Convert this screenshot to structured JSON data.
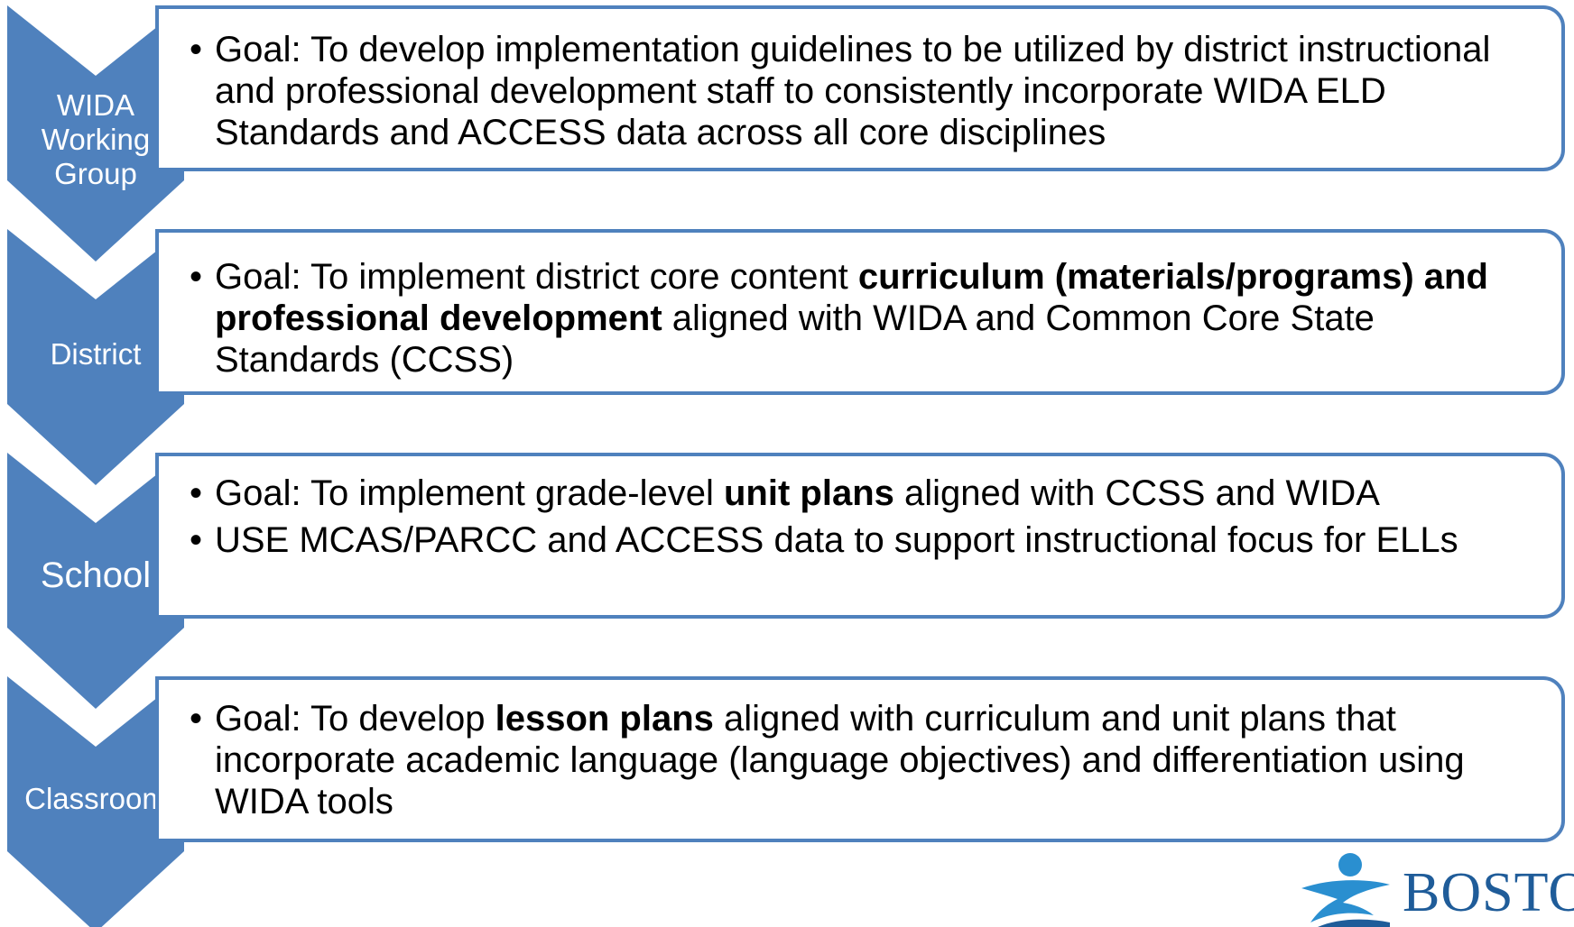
{
  "colors": {
    "chevron_fill": "#4f81bd",
    "box_border": "#4f81bd",
    "label_text": "#ffffff",
    "body_text": "#000000",
    "logo_blue": "#1f5c99"
  },
  "levels": [
    {
      "label": "WIDA\nWorking\nGroup",
      "bullets": [
        [
          {
            "text": "Goal: To develop implementation guidelines to be utilized by district instructional and professional development staff to consistently incorporate WIDA ELD Standards and ACCESS data across all core disciplines",
            "bold": false
          }
        ]
      ]
    },
    {
      "label": "District",
      "bullets": [
        [
          {
            "text": "Goal: To implement district core  content ",
            "bold": false
          },
          {
            "text": "curriculum (materials/programs) and professional development",
            "bold": true
          },
          {
            "text": " aligned with WIDA and Common Core State Standards (CCSS)",
            "bold": false
          }
        ]
      ]
    },
    {
      "label": "School",
      "bullets": [
        [
          {
            "text": "Goal: To implement grade-level ",
            "bold": false
          },
          {
            "text": "unit plans",
            "bold": true
          },
          {
            "text": " aligned with CCSS and WIDA",
            "bold": false
          }
        ],
        [
          {
            "text": "USE MCAS/PARCC and ACCESS data to support instructional focus for ELLs",
            "bold": false
          }
        ]
      ]
    },
    {
      "label": "Classroom",
      "bullets": [
        [
          {
            "text": "Goal: To develop ",
            "bold": false
          },
          {
            "text": "lesson plans",
            "bold": true
          },
          {
            "text": " aligned with curriculum and unit plans that incorporate academic language (language objectives)  and differentiation using WIDA tools",
            "bold": false
          }
        ]
      ]
    }
  ],
  "logo": {
    "text": "BOSTON",
    "icon": "person-figure-logo-icon"
  }
}
